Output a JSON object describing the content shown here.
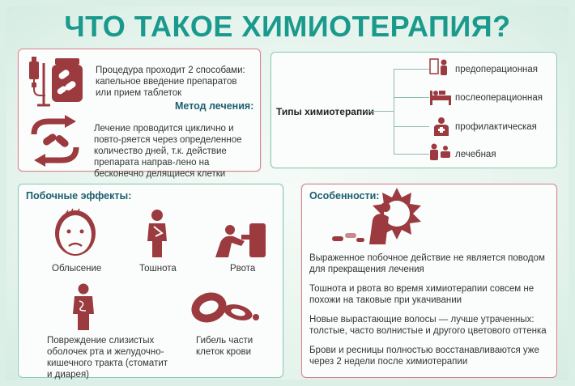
{
  "title": "ЧТО ТАКОЕ ХИМИОТЕРАПИЯ?",
  "method": {
    "procedure_text": "Процедура проходит 2 способами: капельное введение препаратов или прием таблеток",
    "heading": "Метод лечения:",
    "cycle_text": "Лечение проводится циклично и повто-ряется через определенное количество дней, т.к. действие препарата направ-лено на бесконечно делящиеся клетки"
  },
  "types": {
    "heading": "Типы химиотерапии",
    "items": [
      "предоперационная",
      "послеоперационная",
      "профилактическая",
      "лечебная"
    ]
  },
  "side_effects": {
    "heading": "Побочные эффекты:",
    "items": [
      "Облысение",
      "Тошнота",
      "Рвота",
      "Повреждение слизистых оболочек рта и желудочно-кишечного тракта (стоматит и диарея)",
      "Гибель части клеток крови"
    ]
  },
  "features": {
    "heading": "Особенности:",
    "items": [
      "Выраженное побочное действие не является поводом для прекращения лечения",
      "Тошнота и рвота во время химиотерапии совсем не похожи на таковые при укачивании",
      "Новые вырастающие волосы — лучше утраченных: толстые, часто волнистые и другого цветового оттенка",
      "Брови и ресницы полностью восстанавливаются уже через 2 недели после химиотерапии"
    ]
  },
  "colors": {
    "accent": "#1a9a8c",
    "icon": "#9b3a3f",
    "heading": "#1c5f6e"
  }
}
